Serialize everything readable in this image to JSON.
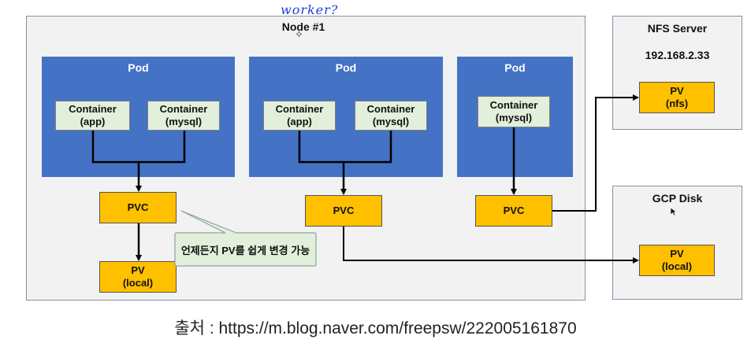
{
  "annotation": {
    "handwritten": "worker?"
  },
  "node": {
    "title": "Node #1"
  },
  "pods": [
    {
      "label": "Pod",
      "containers": [
        "Container\n(app)",
        "Container\n(mysql)"
      ],
      "pvc": "PVC"
    },
    {
      "label": "Pod",
      "containers": [
        "Container\n(app)",
        "Container\n(mysql)"
      ],
      "pvc": "PVC"
    },
    {
      "label": "Pod",
      "containers": [
        "Container\n(mysql)"
      ],
      "pvc": "PVC"
    }
  ],
  "local_pv": "PV\n(local)",
  "callout": "언제든지 PV를 쉽게 변경 가능",
  "nfs_server": {
    "title": "NFS Server",
    "ip": "192.168.2.33",
    "pv": "PV\n(nfs)"
  },
  "gcp_disk": {
    "title": "GCP Disk",
    "pv": "PV\n(local)"
  },
  "source": "출처 : https://m.blog.naver.com/freepsw/222005161870",
  "colors": {
    "pod": "#4472c4",
    "container": "#e2efda",
    "storage": "#ffc000",
    "callout": "#e2efda",
    "handwriting": "#1d3fd6"
  }
}
